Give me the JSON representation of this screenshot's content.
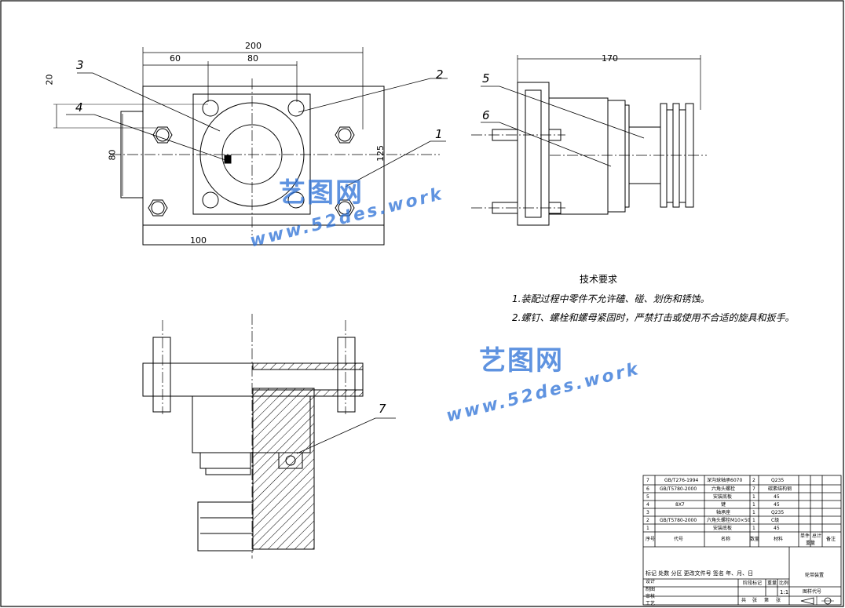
{
  "dimensions": {
    "d200": "200",
    "d60": "60",
    "d80_top": "80",
    "d20": "20",
    "d80_left": "80",
    "d125": "125",
    "d100": "100",
    "d170": "170"
  },
  "balloons": {
    "b1": "1",
    "b2": "2",
    "b3": "3",
    "b4": "4",
    "b5": "5",
    "b6": "6",
    "b7": "7"
  },
  "technical_requirements": {
    "title": "技术要求",
    "line1": "1.装配过程中零件不允许磕、碰、划伤和锈蚀。",
    "line2": "2.螺钉、螺栓和螺母紧固时，严禁打击或使用不合适的旋具和扳手。"
  },
  "watermark": {
    "text_cn": "艺图网",
    "url": "www.52des.work"
  },
  "bom": {
    "rows": [
      {
        "no": "7",
        "code": "GB/T276-1994",
        "name": "深沟球轴承6070",
        "qty": "2",
        "material": "Q235"
      },
      {
        "no": "6",
        "code": "GB/T5780-2000",
        "name": "六角头螺栓",
        "qty": "7",
        "material": "碳素结构钢"
      },
      {
        "no": "5",
        "code": "",
        "name": "安装底板",
        "qty": "1",
        "material": "45"
      },
      {
        "no": "4",
        "code": "8X7",
        "name": "键",
        "qty": "1",
        "material": "45"
      },
      {
        "no": "3",
        "code": "",
        "name": "轴承座",
        "qty": "1",
        "material": "Q235"
      },
      {
        "no": "2",
        "code": "GB/T5780-2000",
        "name": "六角头螺栓M10×50",
        "qty": "1",
        "material": "C级"
      },
      {
        "no": "1",
        "code": "",
        "name": "安装底板",
        "qty": "1",
        "material": "45"
      }
    ],
    "header": {
      "no": "序号",
      "code": "代号",
      "name": "名称",
      "qty": "数量",
      "material": "材料",
      "single": "单件",
      "total": "总计",
      "weight": "重量",
      "remark": "备注"
    }
  },
  "titleblock": {
    "revision_labels": "标记 处数 分区 更改文件号 签名 年、月、日",
    "design": "设计",
    "draw": "制图",
    "check": "审核",
    "process": "工艺",
    "stage_mark": "阶段标记",
    "weight": "重量",
    "scale": "比例",
    "scale_value": "1:1",
    "drawing_title": "轮带装置",
    "drawing_number": "图样代号",
    "sheet_total": "共",
    "sheet_label": "张",
    "sheet_no": "第",
    "sheet_label2": "张"
  }
}
